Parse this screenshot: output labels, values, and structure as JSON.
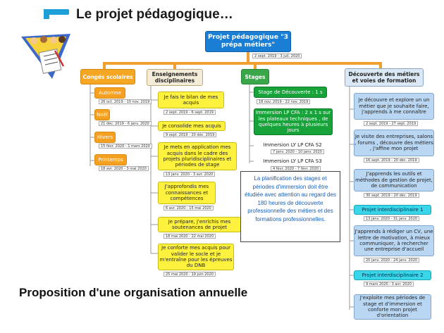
{
  "page": {
    "title": "Le projet pédagogique…",
    "footer": "Proposition d'une organisation annuelle"
  },
  "root": {
    "label": "Projet pédagogique \"3 prépa métiers\"",
    "date": "2 sept. 2019 - 3 juil. 2020"
  },
  "categories": {
    "conges": "Congés scolaires",
    "enseignements": "Enseignements disciplinaires",
    "stages": "Stages",
    "decouverte": "Découverte des métiers et voies de formation"
  },
  "conges": [
    {
      "label": "Automne",
      "date": "26 oct. 2019 - 10 nov. 2019"
    },
    {
      "label": "Noël",
      "date": "21 déc. 2019 - 6 janv. 2020"
    },
    {
      "label": "Hivers",
      "date": "15 févr. 2020 - 1 mars 2020"
    },
    {
      "label": "Printemps",
      "date": "18 avr. 2020 - 3 mai 2020"
    }
  ],
  "enseignements": [
    {
      "label": "Je fais le bilan de mes acquis",
      "date": "2 sept. 2019 - 6 sept. 2019"
    },
    {
      "label": "Je consolide mes acquis",
      "date": "9 sept. 2019 - 20 déc. 2019"
    },
    {
      "label": "Je mets en application mes acquis dans le cadre des projets pluridisciplinaires et périodes de stage",
      "date": "13 janv. 2020 - 3 avr. 2020"
    },
    {
      "label": "J'approfondis mes connaissances et compétences",
      "date": "6 avr. 2020 - 15 mai 2020"
    },
    {
      "label": "Je prépare, j'enrichis mes soutenances de projet",
      "date": "18 mai 2020 - 22 mai 2020"
    },
    {
      "label": "Je conforte mes acquis pour valider le socle et je m'entraîne pour les épreuves du DNB",
      "date": "25 mai 2020 - 19 juin 2020"
    }
  ],
  "stages": [
    {
      "label": "Stage de Découverte : 1 s",
      "date": "18 nov. 2019 - 22 nov. 2019"
    },
    {
      "label": "Immersion LP CFA : 2 x 1 s sur les plateaux techniques , de quelques heures à plusieurs jours",
      "date": ""
    },
    {
      "label": "Immersion LY LP CFA S2",
      "date": "7 janv. 2020 - 10 janv. 2020"
    },
    {
      "label": "Immersion LY LP CFA S3",
      "date": "4 févr. 2020 - 7 févr. 2020"
    }
  ],
  "note": "La planification des stages et périodes d'immersion doit être étudiée avec attention au regard des 180 heures de découverte professionnelle des métiers et des formations professionnelles.",
  "decouverte": [
    {
      "label": "Je découvre et explore un un métier que je souhaite faire, j'apprends à me connaître",
      "date": "2 sept. 2019 - 27 sept. 2019"
    },
    {
      "label": "Je visite des entreprises, salons , forums , découvre des métiers , j'affine mon projet",
      "date": "16 sept. 2019 - 20 déc. 2019"
    },
    {
      "label": "J'apprends les outils et méthodes de gestion de projet, de communication",
      "date": "30 sept. 2019 - 20 déc. 2019"
    },
    {
      "label": "Projet interdisciplinaire 1",
      "date": "13 janv. 2020 - 31 janv. 2020"
    },
    {
      "label": "J'apprends à rédiger un CV, une lettre de motivation, à mieux communiquer, à rechercher une entreprise d'accueil",
      "date": "20 janv. 2020 - 24 janv. 2020"
    },
    {
      "label": "Projet interdisciplinaire 2",
      "date": "9 mars 2020 - 3 avr. 2020"
    },
    {
      "label": "J'exploite mes périodes de stage et d'immersion et conforte mon projet d'orientation",
      "date": ""
    }
  ],
  "colors": {
    "root": "#1a7fd4",
    "orange": "#f5a020",
    "yellow": "#fef23e",
    "green": "#17a33a",
    "light_blue": "#b9d6f2",
    "cyan": "#39d6ea",
    "note_text": "#1a5fb4"
  }
}
